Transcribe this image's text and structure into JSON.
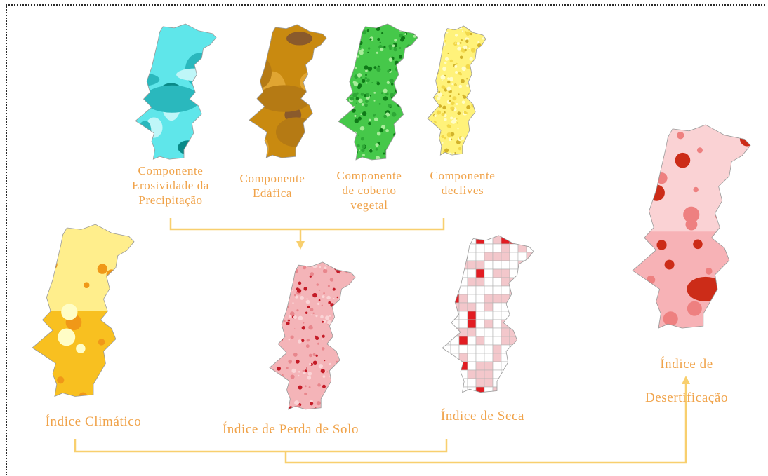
{
  "components": [
    {
      "key": "erosividade",
      "label": "Componente\nErosividade da\nPrecipitação",
      "base": "#5fe6ea",
      "mid": "#2ab8bd",
      "dark": "#0a8a88",
      "light": "#bff6f8",
      "pattern": "blobs"
    },
    {
      "key": "edafica",
      "label": "Componente\nEdáfica",
      "base": "#c98a10",
      "mid": "#b57a14",
      "dark": "#8a5a2c",
      "light": "#e0a532",
      "pattern": "blobs"
    },
    {
      "key": "coberto",
      "label": "Componente\nde coberto\nvegetal",
      "base": "#46c84a",
      "mid": "#2ea836",
      "dark": "#0f7a18",
      "light": "#a8ec9a",
      "pattern": "speckle"
    },
    {
      "key": "declives",
      "label": "Componente\ndeclives",
      "base": "#fff27a",
      "mid": "#f2d84a",
      "dark": "#d2b22a",
      "light": "#fffcc8",
      "pattern": "speckle"
    }
  ],
  "indices": [
    {
      "key": "climatico",
      "label": "Índice Climático",
      "base": "#ffee8c",
      "mid": "#f8c020",
      "dark": "#f09818",
      "light": "#fffdc6",
      "pattern": "split"
    },
    {
      "key": "perda_solo",
      "label": "Índice de Perda de Solo",
      "base": "#f4b4b8",
      "mid": "#e8868c",
      "dark": "#c41a26",
      "light": "#fad4d6",
      "pattern": "speckle"
    },
    {
      "key": "seca",
      "label": "Índice de Seca",
      "base": "#fbeeee",
      "mid": "#f3c7cb",
      "dark": "#e21c22",
      "light": "#ffffff",
      "pattern": "cells"
    },
    {
      "key": "desertificacao",
      "label": "Índice\nde\nDesertificação",
      "base": "#f7b2b6",
      "mid": "#ee8080",
      "dark": "#cc2c18",
      "light": "#fad2d4",
      "pattern": "split2"
    }
  ],
  "colors": {
    "arrow": "#f8cf6e",
    "label": "#f0a34a",
    "frame": "#2a2a2a"
  }
}
